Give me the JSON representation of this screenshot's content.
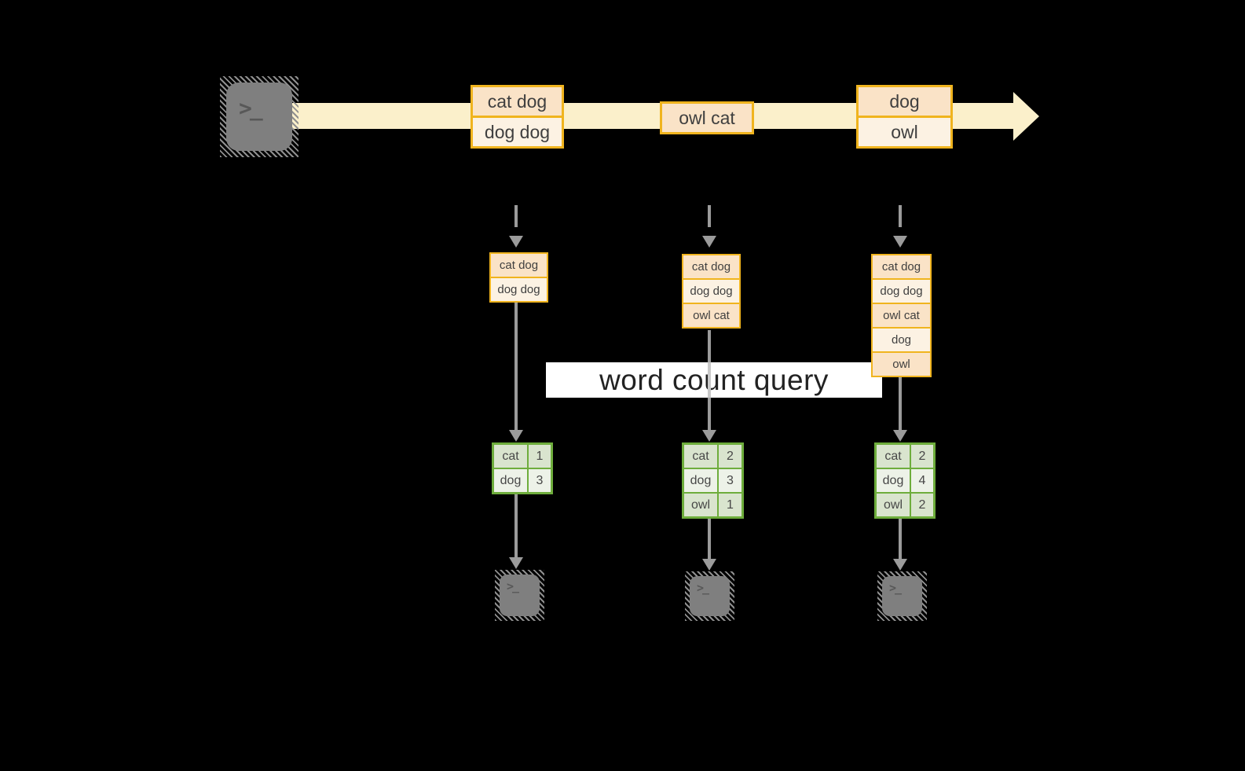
{
  "query_label": "word count query",
  "icons": {
    "source_terminal": "terminal-icon",
    "sink_terminal": "terminal-icon",
    "prompt_glyph": ">_"
  },
  "colors": {
    "background": "#000000",
    "stream_arrow": "#fbf0cb",
    "event_border": "#f0b41e",
    "event_fill_dark": "#fae3c7",
    "event_fill_light": "#fcf2e3",
    "table_border": "#6ead3c",
    "table_cell_dark": "#d9e4ce",
    "table_cell_light": "#edf2e8",
    "arrow_gray": "#9b9b9b",
    "terminal_gray": "#7f7f7f",
    "query_band_bg": "#ffffff",
    "label_text": "#3f3f3f"
  },
  "stream": {
    "events": [
      {
        "lines": [
          "cat dog",
          "dog dog"
        ]
      },
      {
        "lines": [
          "owl cat"
        ]
      },
      {
        "lines": [
          "dog",
          "owl"
        ]
      }
    ]
  },
  "columns": [
    {
      "input_batch": [
        "cat dog",
        "dog dog"
      ],
      "counts": [
        {
          "word": "cat",
          "count": "1"
        },
        {
          "word": "dog",
          "count": "3"
        }
      ]
    },
    {
      "input_batch": [
        "cat dog",
        "dog dog",
        "owl cat"
      ],
      "counts": [
        {
          "word": "cat",
          "count": "2"
        },
        {
          "word": "dog",
          "count": "3"
        },
        {
          "word": "owl",
          "count": "1"
        }
      ]
    },
    {
      "input_batch": [
        "cat dog",
        "dog dog",
        "owl cat",
        "dog",
        "owl"
      ],
      "counts": [
        {
          "word": "cat",
          "count": "2"
        },
        {
          "word": "dog",
          "count": "4"
        },
        {
          "word": "owl",
          "count": "2"
        }
      ]
    }
  ]
}
